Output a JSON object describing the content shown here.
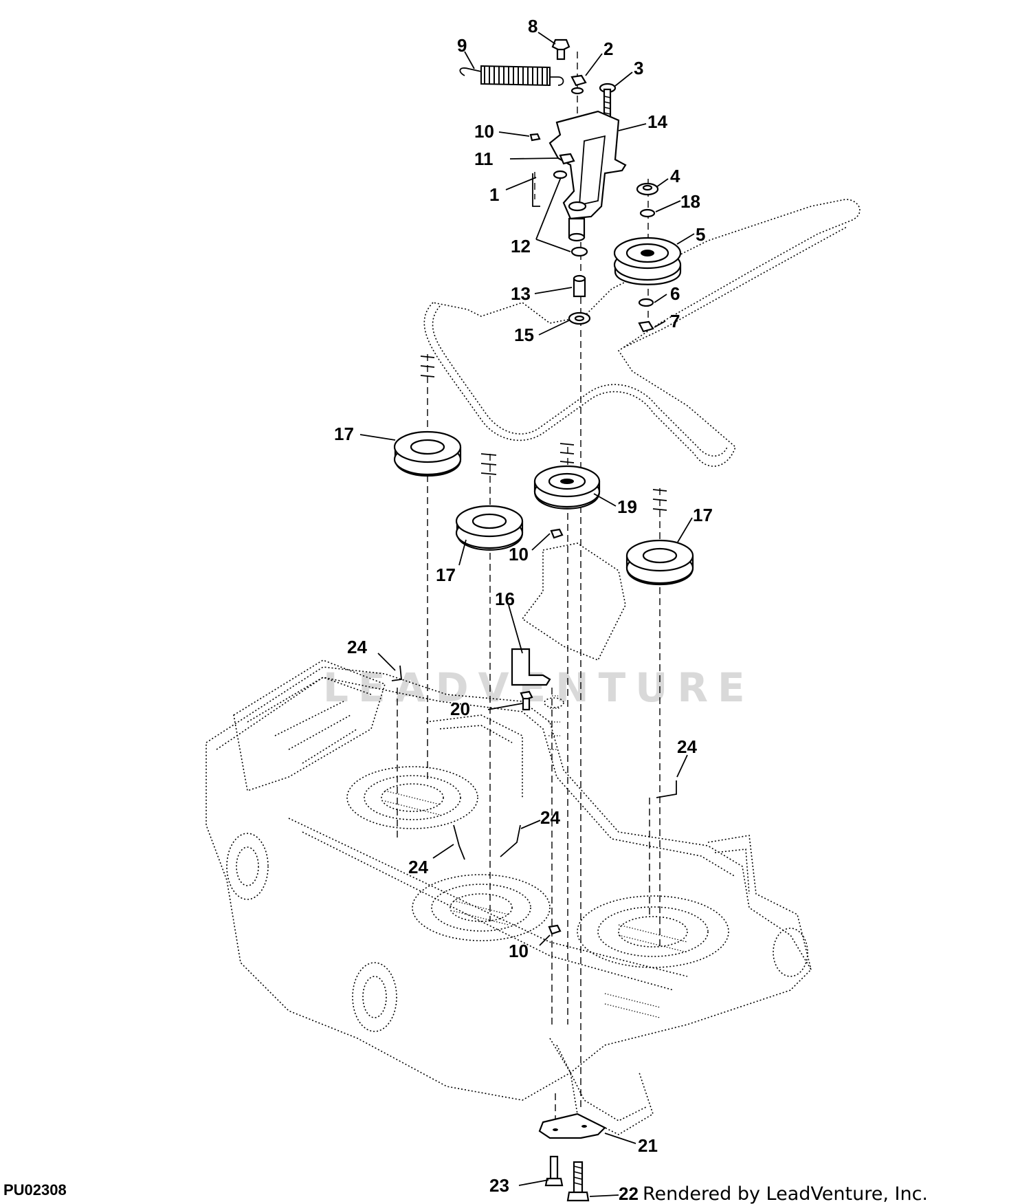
{
  "diagram": {
    "drawing_code": "PU02308",
    "credit": "Rendered by LeadVenture, Inc.",
    "watermark": "LEADVENTURE",
    "callouts": [
      {
        "id": "c8",
        "label": "8"
      },
      {
        "id": "c2",
        "label": "2"
      },
      {
        "id": "c9",
        "label": "9"
      },
      {
        "id": "c3",
        "label": "3"
      },
      {
        "id": "c14",
        "label": "14"
      },
      {
        "id": "c10a",
        "label": "10"
      },
      {
        "id": "c11",
        "label": "11"
      },
      {
        "id": "c4",
        "label": "4"
      },
      {
        "id": "c1",
        "label": "1"
      },
      {
        "id": "c18",
        "label": "18"
      },
      {
        "id": "c5",
        "label": "5"
      },
      {
        "id": "c12",
        "label": "12"
      },
      {
        "id": "c6",
        "label": "6"
      },
      {
        "id": "c13",
        "label": "13"
      },
      {
        "id": "c7",
        "label": "7"
      },
      {
        "id": "c15",
        "label": "15"
      },
      {
        "id": "c17a",
        "label": "17"
      },
      {
        "id": "c19",
        "label": "19"
      },
      {
        "id": "c17b",
        "label": "17"
      },
      {
        "id": "c10b",
        "label": "10"
      },
      {
        "id": "c17c",
        "label": "17"
      },
      {
        "id": "c16",
        "label": "16"
      },
      {
        "id": "c24a",
        "label": "24"
      },
      {
        "id": "c20",
        "label": "20"
      },
      {
        "id": "c24b",
        "label": "24"
      },
      {
        "id": "c24c",
        "label": "24"
      },
      {
        "id": "c24d",
        "label": "24"
      },
      {
        "id": "c10c",
        "label": "10"
      },
      {
        "id": "c21",
        "label": "21"
      },
      {
        "id": "c23",
        "label": "23"
      },
      {
        "id": "c22",
        "label": "22"
      }
    ]
  }
}
